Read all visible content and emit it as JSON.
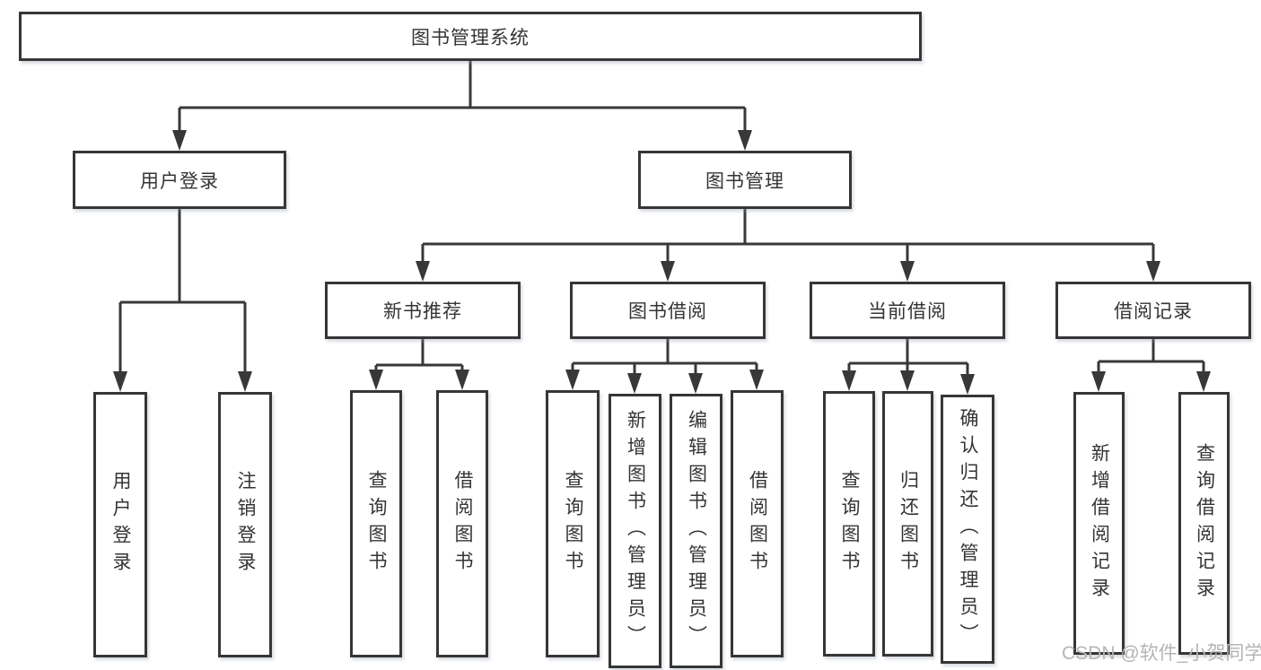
{
  "tree": {
    "label": "图书管理系统",
    "children": [
      {
        "label": "用户登录",
        "children": [
          {
            "label": "用户登录"
          },
          {
            "label": "注销登录"
          }
        ]
      },
      {
        "label": "图书管理",
        "children": [
          {
            "label": "新书推荐",
            "children": [
              {
                "label": "查询图书"
              },
              {
                "label": "借阅图书"
              }
            ]
          },
          {
            "label": "图书借阅",
            "children": [
              {
                "label": "查询图书"
              },
              {
                "label": "新增图书（管理员）"
              },
              {
                "label": "编辑图书（管理员）"
              },
              {
                "label": "借阅图书"
              }
            ]
          },
          {
            "label": "当前借阅",
            "children": [
              {
                "label": "查询图书"
              },
              {
                "label": "归还图书"
              },
              {
                "label": "确认归还（管理员）"
              }
            ]
          },
          {
            "label": "借阅记录",
            "children": [
              {
                "label": "新增借阅记录"
              },
              {
                "label": "查询借阅记录"
              }
            ]
          }
        ]
      }
    ]
  },
  "watermark": {
    "text": "CSDN @软件_小贺同学"
  },
  "colors": {
    "line": "#383838",
    "box_border": "#363636",
    "text": "#333436",
    "background": "#ffffff",
    "watermark_text": "#b5b5b5"
  }
}
